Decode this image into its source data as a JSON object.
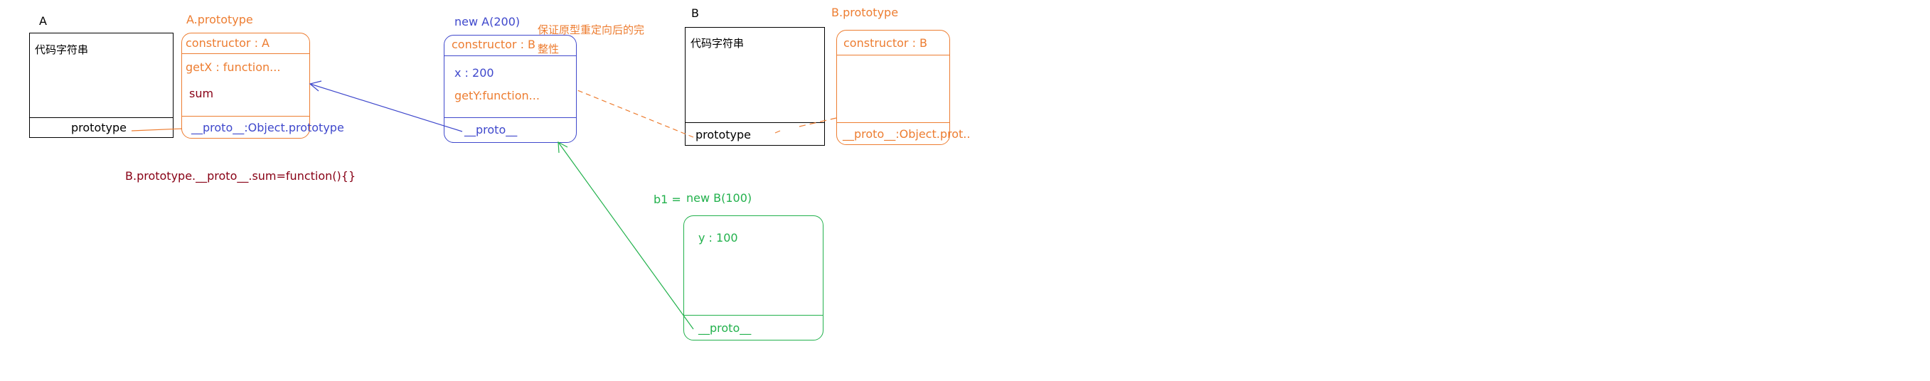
{
  "colors": {
    "orange": "#ed7d31",
    "blue": "#3f48cc",
    "green": "#22b14c",
    "maroon": "#880015",
    "black": "#000000"
  },
  "func_a": {
    "name": "A",
    "code": "代码字符串",
    "prototype_label": "prototype"
  },
  "a_prototype": {
    "title": "A.prototype",
    "constructor": "constructor : A",
    "getx": "getX : function...",
    "sum": "sum",
    "proto": "__proto__:Object.prototype"
  },
  "instance_a": {
    "title": "new A(200)",
    "constructor": "constructor : B",
    "x": "x : 200",
    "gety": "getY:function...",
    "proto": "__proto__"
  },
  "note": {
    "line1": "保证原型重定向后的完",
    "line2": "整性"
  },
  "func_b": {
    "name": "B",
    "code": "代码字符串",
    "prototype_label": "prototype"
  },
  "b_prototype": {
    "title": "B.prototype",
    "constructor": "constructor : B",
    "proto": "__proto__:Object.prot.."
  },
  "instance_b1": {
    "var_label": "b1 =",
    "title": "new B(100)",
    "y": "y : 100",
    "proto": "__proto__"
  },
  "code_line": "B.prototype.__proto__.sum=function(){}"
}
